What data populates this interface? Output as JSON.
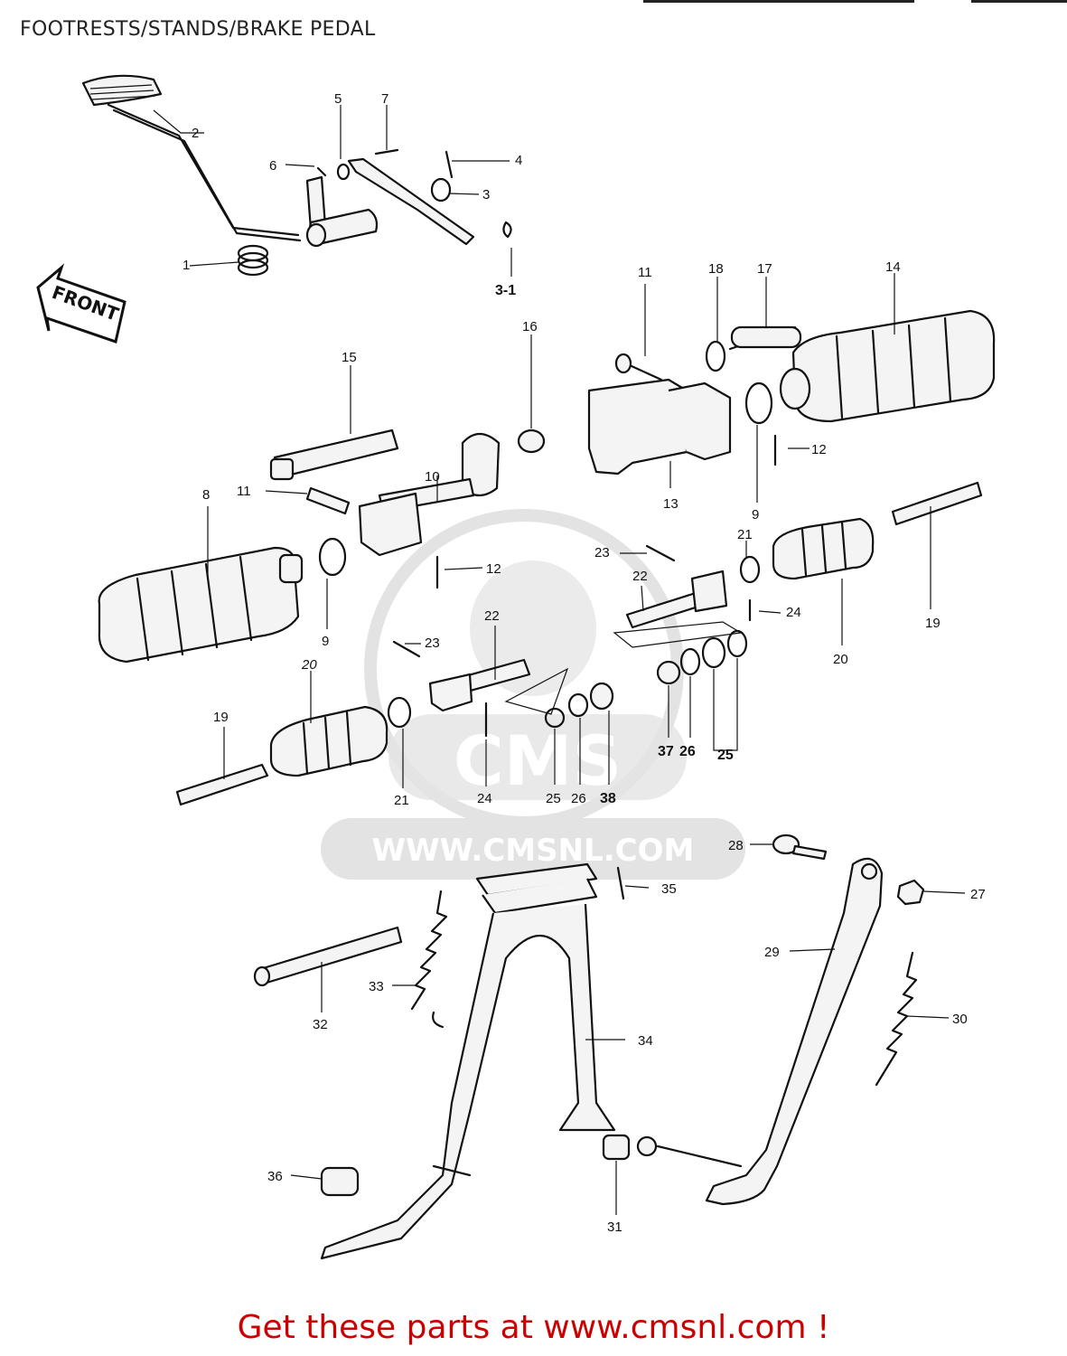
{
  "title": "FOOTRESTS/STANDS/BRAKE PEDAL",
  "front_arrow_label": "FRONT",
  "watermark": {
    "logo": "CMS",
    "url": "WWW.CMSNL.COM"
  },
  "callouts": [
    "1",
    "2",
    "3",
    "3-1",
    "4",
    "5",
    "6",
    "7",
    "8",
    "9",
    "9",
    "10",
    "11",
    "11",
    "12",
    "12",
    "13",
    "14",
    "15",
    "16",
    "17",
    "18",
    "19",
    "19",
    "20",
    "20",
    "21",
    "21",
    "22",
    "22",
    "23",
    "23",
    "24",
    "24",
    "25",
    "25",
    "26",
    "26",
    "27",
    "28",
    "29",
    "30",
    "31",
    "32",
    "33",
    "34",
    "35",
    "36",
    "37",
    "38"
  ],
  "footer": {
    "text": "Get these parts at www.cmsnl.com !",
    "color": "#cc0000"
  },
  "colors": {
    "ink": "#111111",
    "watermark": "#e3e3e3"
  }
}
